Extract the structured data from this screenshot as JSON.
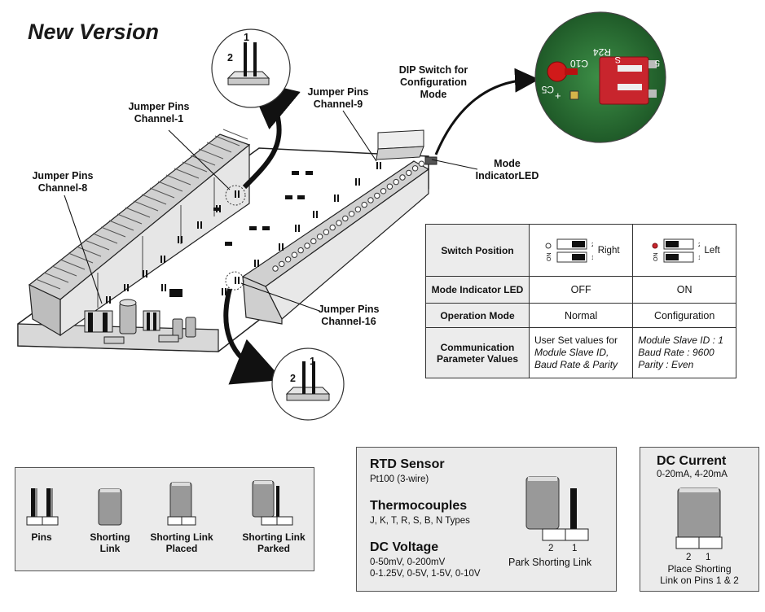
{
  "title": "New Version",
  "labels": {
    "jumper_ch1": [
      "Jumper Pins",
      "Channel-1"
    ],
    "jumper_ch9": [
      "Jumper Pins",
      "Channel-9"
    ],
    "jumper_ch8": [
      "Jumper Pins",
      "Channel-8"
    ],
    "jumper_ch16": [
      "Jumper Pins",
      "Channel-16"
    ],
    "dip_switch": [
      "DIP Switch for",
      "Configuration",
      "Mode"
    ],
    "mode_led": [
      "Mode",
      "IndicatorLED"
    ],
    "pin_num_1": "1",
    "pin_num_2": "2"
  },
  "pcb_silkscreen": [
    "R24",
    "C10",
    "S",
    "5",
    "C5",
    "+"
  ],
  "table": {
    "rows": [
      {
        "header": "Switch Position",
        "normal": "Right",
        "config": "Left"
      },
      {
        "header": "Mode Indicator LED",
        "normal": "OFF",
        "config": "ON"
      },
      {
        "header": "Operation Mode",
        "normal": "Normal",
        "config": "Configuration"
      },
      {
        "header": "Communication Parameter Values",
        "normal": [
          "User Set values for",
          "Module Slave ID,",
          "Baud Rate & Parity"
        ],
        "config": [
          "Module Slave ID : 1",
          "Baud Rate : 9600",
          "Parity : Even"
        ]
      }
    ],
    "switch_marks": {
      "on": "ON",
      "pos1": "1",
      "pos2": "2"
    }
  },
  "legend": {
    "items": [
      "Pins",
      "Shorting Link",
      "Shorting Link Placed",
      "Shorting Link Parked"
    ]
  },
  "sensors": {
    "rtd_title": "RTD Sensor",
    "rtd_sub": "Pt100 (3-wire)",
    "tc_title": "Thermocouples",
    "tc_sub": "J, K, T, R, S, B, N Types",
    "dcv_title": "DC Voltage",
    "dcv_sub1": "0-50mV, 0-200mV",
    "dcv_sub2": "0-1.25V, 0-5V, 1-5V, 0-10V",
    "pin_2": "2",
    "pin_1": "1",
    "caption": "Park Shorting Link"
  },
  "current": {
    "title": "DC Current",
    "sub": "0-20mA, 4-20mA",
    "pin_2": "2",
    "pin_1": "1",
    "caption": [
      "Place Shorting",
      "Link on Pins 1 & 2"
    ]
  },
  "colors": {
    "led_red": "#d11a1a",
    "pcb_green": "#2f7a3a",
    "dip_red": "#c8252d",
    "panel_gray": "#ebebeb"
  }
}
